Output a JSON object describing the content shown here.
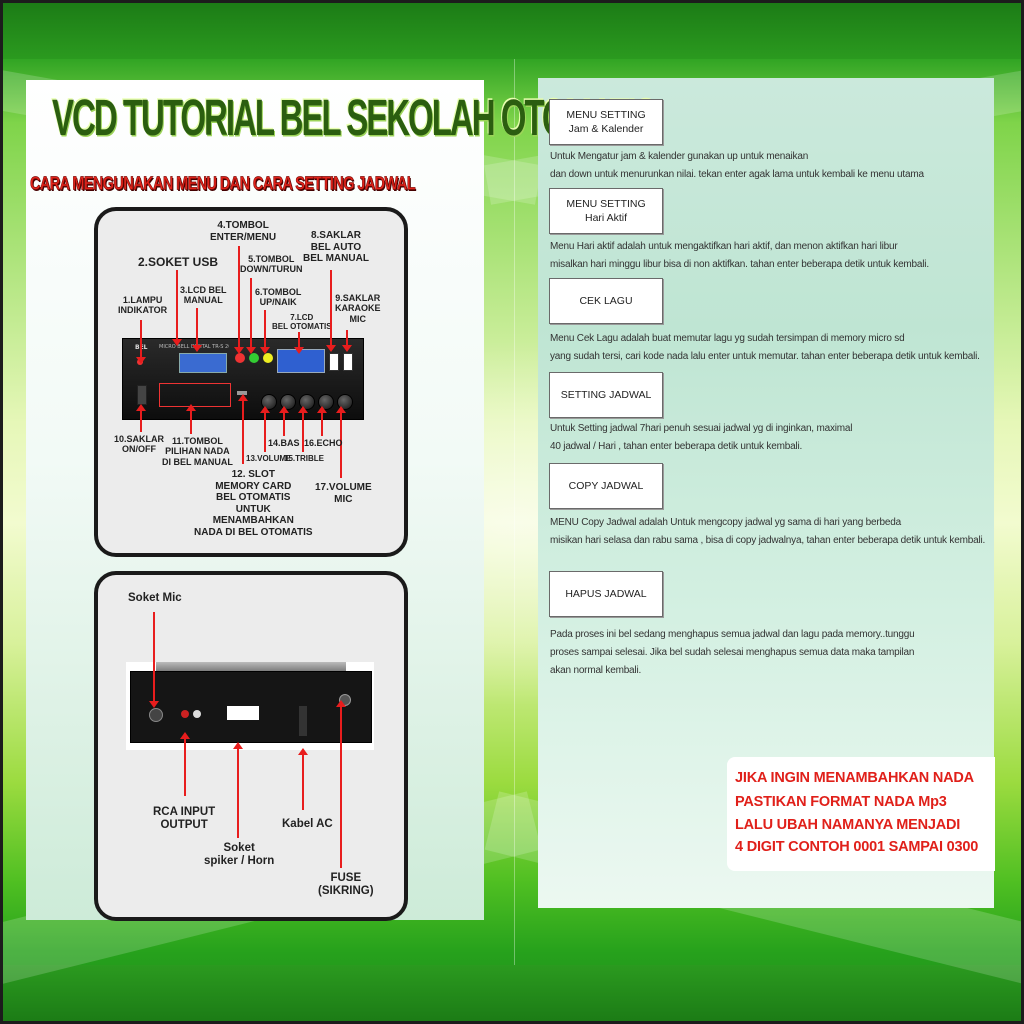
{
  "title": "VCD TUTORIAL BEL SEKOLAH OTOMATIS",
  "subtitle": "CARA MENGUNAKAN MENU DAN CARA SETTING JADWAL",
  "front_panel": {
    "device_brand": "BEL",
    "device_model": "MICRO BELL DIGITAL TR-S 2018",
    "labels": {
      "enter_menu_1": "4.TOMBOL",
      "enter_menu_2": "ENTER/MENU",
      "saklar_1": "8.SAKLAR",
      "saklar_2": "BEL AUTO",
      "saklar_3": "BEL MANUAL",
      "usb": "2.SOKET USB",
      "down_1": "5.TOMBOL",
      "down_2": "DOWN/TURUN",
      "up_1": "6.TOMBOL",
      "up_2": "UP/NAIK",
      "lampu_1": "1.LAMPU",
      "lampu_2": "INDIKATOR",
      "lcd_bel_1": "3.LCD BEL",
      "lcd_bel_2": "MANUAL",
      "lcd_otomatis_1": "7.LCD",
      "lcd_otomatis_2": "BEL OTOMATIS",
      "karaoke_1": "9.SAKLAR",
      "karaoke_2": "KARAOKE",
      "karaoke_3": "MIC",
      "onoff_1": "10.SAKLAR",
      "onoff_2": "ON/OFF",
      "pilihan_1": "11.TOMBOL",
      "pilihan_2": "PILIHAN NADA",
      "pilihan_3": "DI BEL MANUAL",
      "bas": "14.BAS",
      "echo": "16.ECHO",
      "volume": "13.VOLUME",
      "trible": "15.TRIBLE",
      "slot_1": "12. SLOT",
      "slot_2": "MEMORY CARD",
      "slot_3": "BEL OTOMATIS",
      "slot_4": "UNTUK",
      "slot_5": "MENAMBAHKAN",
      "slot_6": "NADA DI BEL OTOMATIS",
      "volmic_1": "17.VOLUME",
      "volmic_2": "MIC"
    }
  },
  "back_panel": {
    "soket_mic": "Soket Mic",
    "rca_1": "RCA INPUT",
    "rca_2": "OUTPUT",
    "spiker_1": "Soket",
    "spiker_2": "spiker / Horn",
    "kabel": "Kabel AC",
    "fuse_1": "FUSE",
    "fuse_2": "(SIKRING)"
  },
  "menus": [
    {
      "line1": "MENU SETTING",
      "line2": "Jam & Kalender",
      "desc1": "Untuk Mengatur jam & kalender gunakan up untuk menaikan",
      "desc2": "dan down untuk menurunkan nilai. tekan enter agak lama untuk kembali ke menu utama"
    },
    {
      "line1": "MENU SETTING",
      "line2": "Hari Aktif",
      "desc1": "Menu Hari aktif adalah untuk mengaktifkan hari aktif, dan menon aktifkan hari libur",
      "desc2": "misalkan hari minggu libur bisa di non aktifkan. tahan enter beberapa detik  untuk kembali."
    },
    {
      "line1": "CEK LAGU",
      "line2": "",
      "desc1": "Menu Cek Lagu adalah buat memutar lagu yg sudah tersimpan di memory micro sd",
      "desc2": "yang sudah tersi, cari kode nada lalu enter untuk memutar. tahan enter beberapa detik  untuk kembali."
    },
    {
      "line1": "SETTING JADWAL",
      "line2": "",
      "desc1": "Untuk Setting jadwal 7hari penuh sesuai jadwal yg di inginkan, maximal",
      "desc2": "40 jadwal / Hari , tahan enter beberapa detik  untuk kembali."
    },
    {
      "line1": "COPY JADWAL",
      "line2": "",
      "desc1": "MENU Copy Jadwal adalah Untuk mengcopy jadwal yg sama di hari yang berbeda",
      "desc2": "misikan hari selasa dan rabu sama , bisa di copy jadwalnya, tahan enter beberapa detik  untuk kembali."
    },
    {
      "line1": "HAPUS JADWAL",
      "line2": "",
      "desc1": "Pada proses ini bel sedang menghapus semua jadwal dan lagu pada memory..tunggu",
      "desc2": "proses sampai selesai. Jika bel sudah selesai menghapus semua data maka tampilan",
      "desc3": "akan normal kembali."
    }
  ],
  "note": {
    "line1": "JIKA INGIN MENAMBAHKAN NADA",
    "line2": "PASTIKAN FORMAT NADA Mp3",
    "line3": "LALU UBAH NAMANYA MENJADI",
    "line4": "4 DIGIT CONTOH 0001 SAMPAI 0300"
  },
  "colors": {
    "accent_red": "#e0201a",
    "green_dark": "#1f8a1a",
    "title_green": "#2b5e10"
  }
}
